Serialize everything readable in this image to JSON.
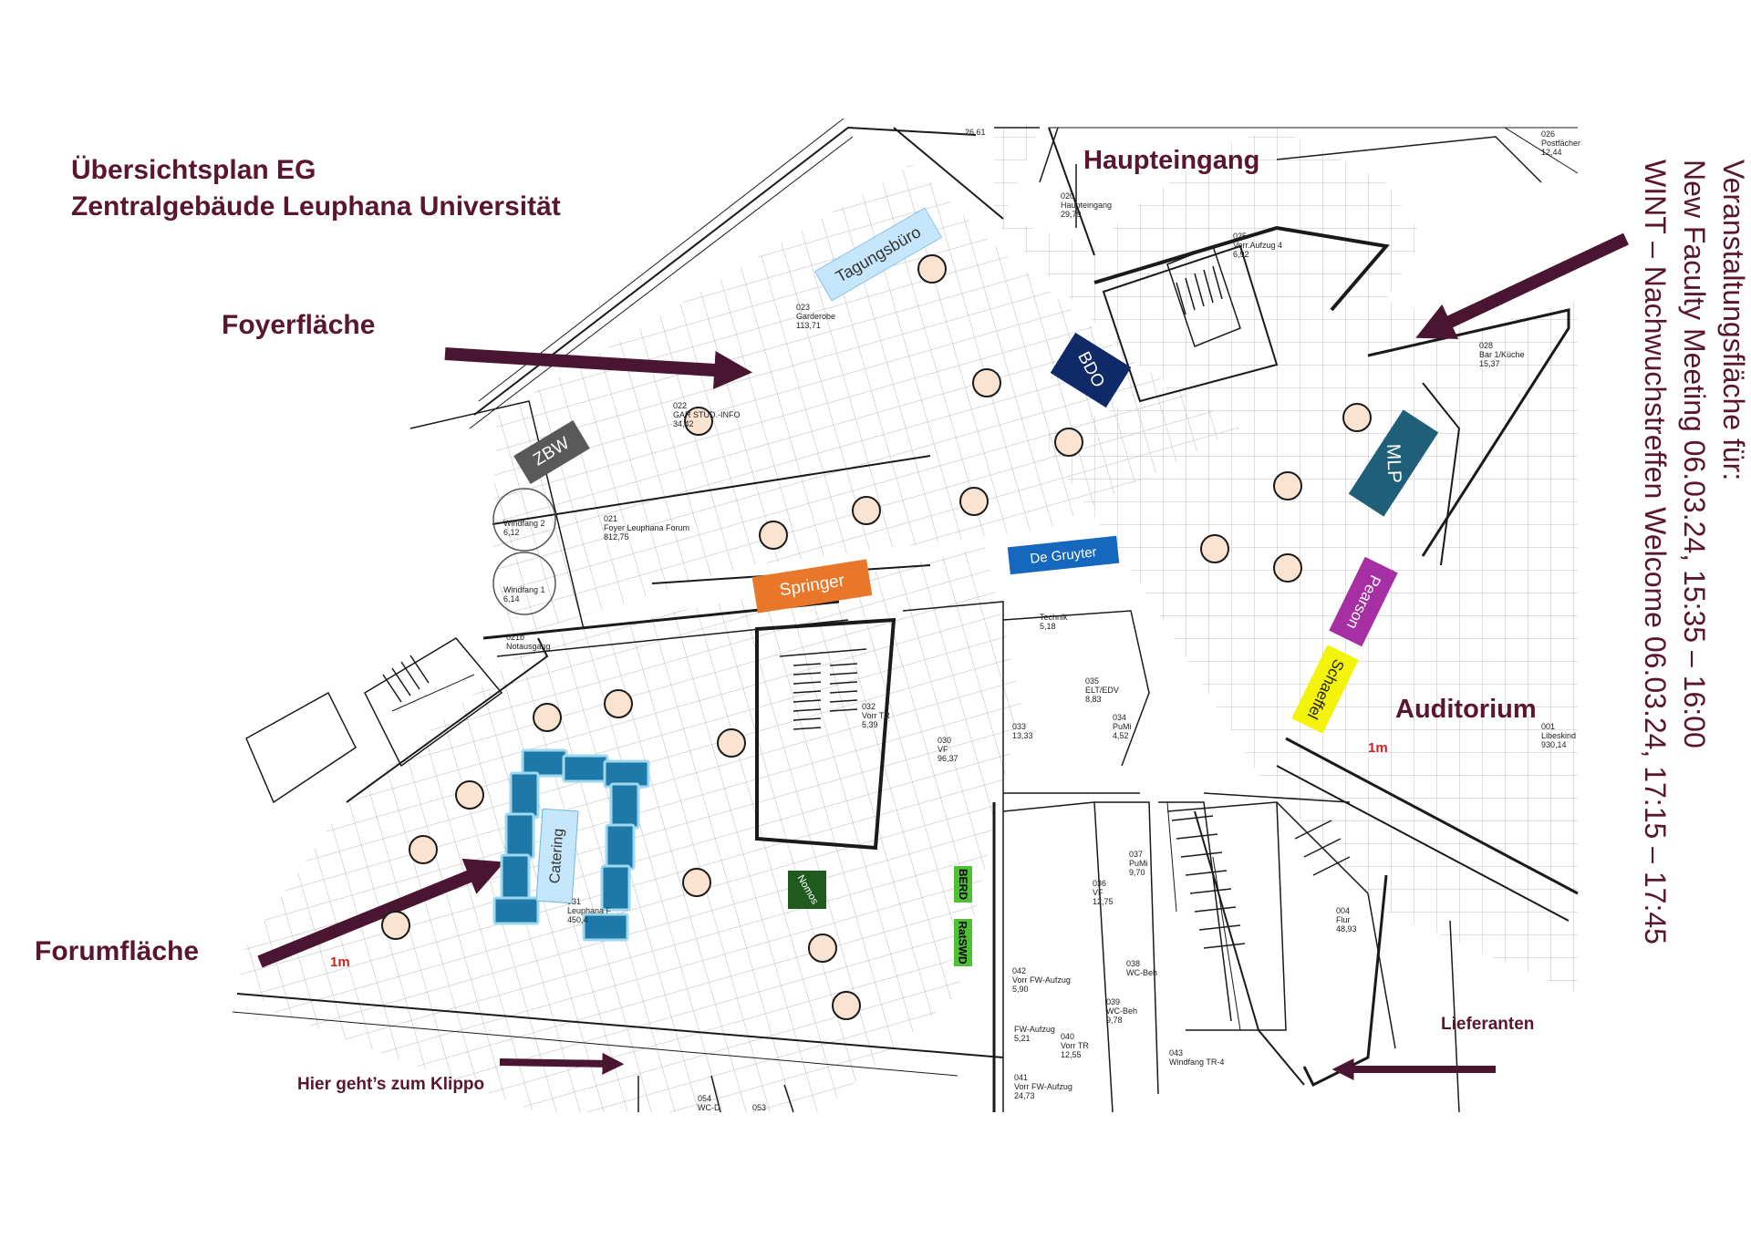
{
  "header": {
    "title_line1": "Übersichtsplan EG",
    "title_line2": "Zentralgebäude Leuphana Universität"
  },
  "side_info": {
    "line1": "Veranstaltungsfläche für:",
    "line2": "New Faculty Meeting 06.03.24, 15:35 – 16:00",
    "line3": "WINT – Nachwuchstreffen Welcome 06.03.24, 17:15 – 17:45"
  },
  "areas": {
    "foyer": "Foyerfläche",
    "forum": "Forumfläche",
    "entrance": "Haupteingang",
    "auditorium": "Auditorium",
    "suppliers": "Lieferanten",
    "klippo": "Hier geht’s zum  Klippo"
  },
  "stands": {
    "tagungsbuero": "Tagungsbüro",
    "zbw": "ZBW",
    "bdo": "BDO",
    "mlp": "MLP",
    "pearson": "Pearson",
    "schaeffel": "Schaeffel",
    "springer": "Springer",
    "de_gruyter": "De Gruyter",
    "catering": "Catering",
    "nomos": "Nomos",
    "berd": "BERD",
    "ratswd": "RatSWD"
  },
  "floorplan": {
    "scale_label": "1m",
    "rooms": [
      {
        "id": "r020",
        "lines": [
          "020",
          "Haupteingang",
          "29,79"
        ]
      },
      {
        "id": "r025",
        "lines": [
          "025",
          "Vorr.Aufzug 4",
          "6,92"
        ]
      },
      {
        "id": "r026",
        "lines": [
          "026",
          "Postfächer",
          "12,44"
        ]
      },
      {
        "id": "r023",
        "lines": [
          "023",
          "Garderobe",
          "113,71"
        ]
      },
      {
        "id": "r022",
        "lines": [
          "022",
          "GAR STUD.-INFO",
          "34,42"
        ]
      },
      {
        "id": "r021",
        "lines": [
          "021",
          "Foyer Leuphana Forum",
          "812,75"
        ]
      },
      {
        "id": "r021b",
        "lines": [
          "021b",
          "Notausgang"
        ]
      },
      {
        "id": "rwf2",
        "lines": [
          "Windfang 2",
          "6,12"
        ]
      },
      {
        "id": "rwf1",
        "lines": [
          "Windfang 1",
          "6,14"
        ]
      },
      {
        "id": "r028",
        "lines": [
          "028",
          "Bar 1/Küche",
          "15,37"
        ]
      },
      {
        "id": "r030",
        "lines": [
          "030",
          "VF",
          "96,37"
        ]
      },
      {
        "id": "r031",
        "lines": [
          "031",
          "Leuphana F",
          "450,4"
        ]
      },
      {
        "id": "r032",
        "lines": [
          "032",
          "Vorr TR",
          "5,39"
        ]
      },
      {
        "id": "r033",
        "lines": [
          "033",
          "13,33"
        ]
      },
      {
        "id": "r034",
        "lines": [
          "034",
          "PuMi",
          "4,52"
        ]
      },
      {
        "id": "r035",
        "lines": [
          "035",
          "ELT/EDV",
          "8,83"
        ]
      },
      {
        "id": "r036",
        "lines": [
          "036",
          "VF",
          "12,75"
        ]
      },
      {
        "id": "r037",
        "lines": [
          "037",
          "PuMi",
          "9,70"
        ]
      },
      {
        "id": "r038",
        "lines": [
          "038",
          "WC-Beh"
        ]
      },
      {
        "id": "r039",
        "lines": [
          "039",
          "WC-Beh",
          "9,78"
        ]
      },
      {
        "id": "r040",
        "lines": [
          "040",
          "Vorr TR",
          "12,55"
        ]
      },
      {
        "id": "r041",
        "lines": [
          "041",
          "Vorr FW-Aufzug",
          "24,73"
        ]
      },
      {
        "id": "r042",
        "lines": [
          "042",
          "Vorr FW-Aufzug",
          "5,90"
        ]
      },
      {
        "id": "r043",
        "lines": [
          "043",
          "Windfang TR-4"
        ]
      },
      {
        "id": "r004",
        "lines": [
          "004",
          "Flur",
          "48,93"
        ]
      },
      {
        "id": "r001",
        "lines": [
          "001",
          "Libeskind",
          "930,14"
        ]
      },
      {
        "id": "rtech",
        "lines": [
          "Technik",
          "5,18"
        ]
      },
      {
        "id": "rfwa",
        "lines": [
          "FW-Aufzug",
          "5,21"
        ]
      },
      {
        "id": "r054",
        "lines": [
          "054",
          "WC-D"
        ]
      },
      {
        "id": "r053",
        "lines": [
          "053"
        ]
      },
      {
        "id": "r2661",
        "lines": [
          "26,61"
        ]
      }
    ]
  },
  "colors": {
    "title": "#5a1530",
    "arrow": "#4a1530",
    "table": "#fbe3d2",
    "tagungsbuero": "#c5e6fb",
    "zbw": "#595959",
    "bdo": "#0f2a66",
    "mlp": "#1f5f7a",
    "pearson": "#a62fa3",
    "schaeffel": "#f4f40a",
    "springer": "#e87729",
    "de_gruyter": "#1668bf",
    "catering_frame": "#1f79a8",
    "catering": "#c5e6fb",
    "nomos": "#1f5a1e",
    "berd": "#4fbf36"
  }
}
